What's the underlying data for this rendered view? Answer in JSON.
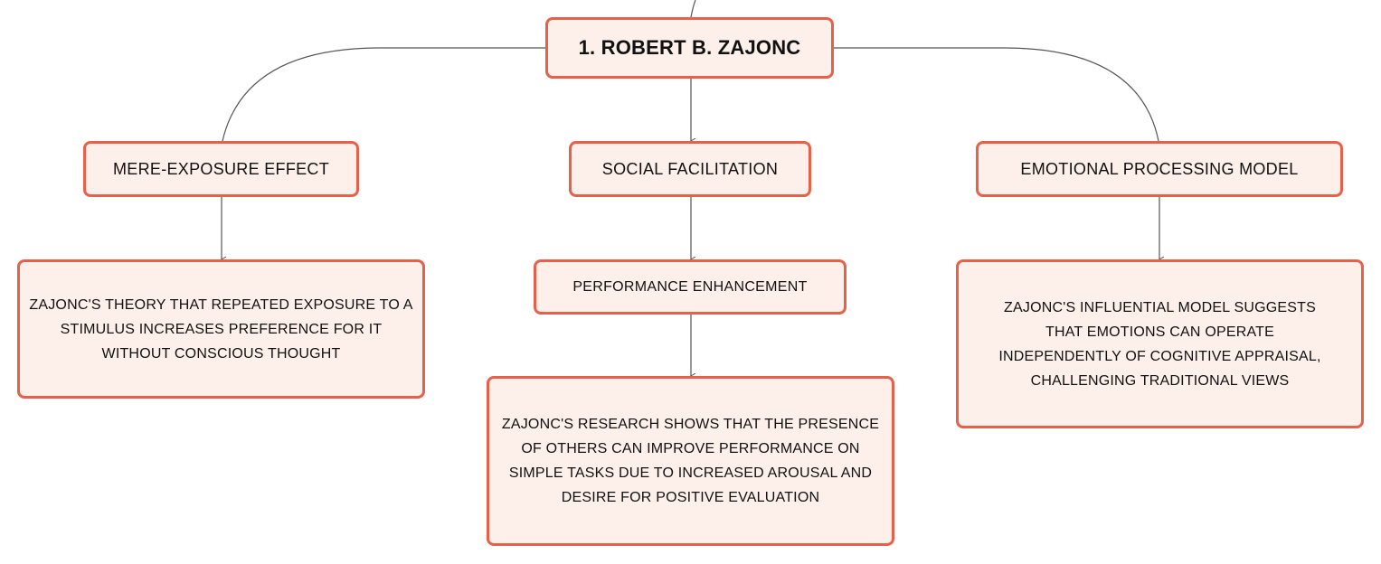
{
  "diagram": {
    "root": {
      "label": "1. ROBERT B. ZAJONC"
    },
    "topics": [
      {
        "label": "MERE-EXPOSURE EFFECT",
        "description": "ZAJONC'S THEORY THAT REPEATED EXPOSURE TO A STIMULUS INCREASES PREFERENCE FOR IT WITHOUT CONSCIOUS THOUGHT"
      },
      {
        "label": "SOCIAL FACILITATION",
        "subtopic": "PERFORMANCE ENHANCEMENT",
        "description": "ZAJONC'S RESEARCH SHOWS THAT THE PRESENCE OF OTHERS CAN IMPROVE PERFORMANCE ON SIMPLE TASKS DUE TO INCREASED AROUSAL AND DESIRE FOR POSITIVE EVALUATION"
      },
      {
        "label": "EMOTIONAL PROCESSING MODEL",
        "description": "ZAJONC'S INFLUENTIAL MODEL SUGGESTS THAT EMOTIONS CAN OPERATE INDEPENDENTLY OF COGNITIVE APPRAISAL, CHALLENGING TRADITIONAL VIEWS"
      }
    ],
    "colors": {
      "node_border": "#e8604a",
      "node_fill": "#fdefe9",
      "connector": "#555555",
      "text": "#111111"
    }
  }
}
